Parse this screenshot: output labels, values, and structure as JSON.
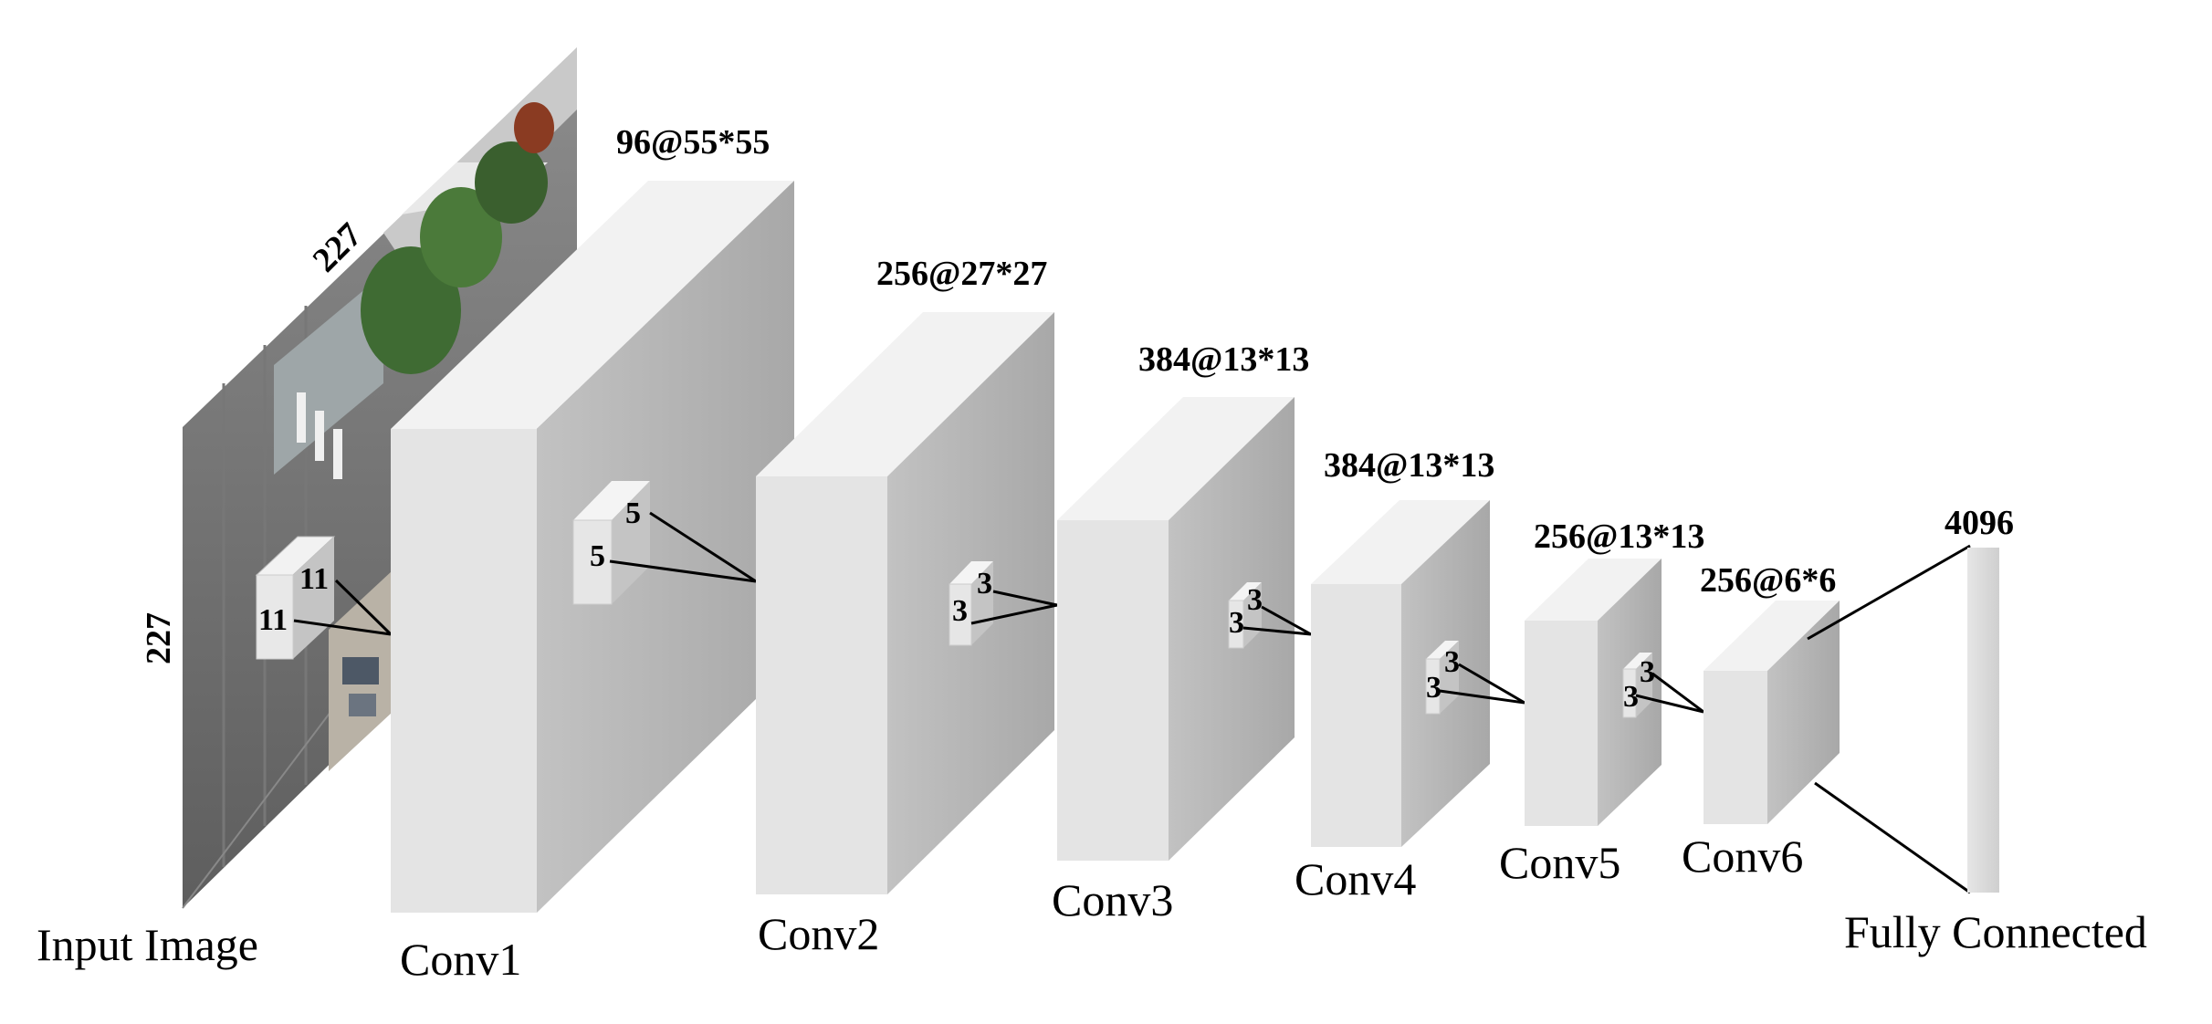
{
  "input": {
    "name": "Input Image",
    "width_label": "227",
    "height_label": "227",
    "kernel": [
      "11",
      "11"
    ]
  },
  "layers": [
    {
      "id": "conv1",
      "name": "Conv1",
      "dims": "96@55*55",
      "kernel": [
        "5",
        "5"
      ]
    },
    {
      "id": "conv2",
      "name": "Conv2",
      "dims": "256@27*27",
      "kernel": [
        "3",
        "3"
      ]
    },
    {
      "id": "conv3",
      "name": "Conv3",
      "dims": "384@13*13",
      "kernel": [
        "3",
        "3"
      ]
    },
    {
      "id": "conv4",
      "name": "Conv4",
      "dims": "384@13*13",
      "kernel": [
        "3",
        "3"
      ]
    },
    {
      "id": "conv5",
      "name": "Conv5",
      "dims": "256@13*13",
      "kernel": [
        "3",
        "3"
      ]
    },
    {
      "id": "conv6",
      "name": "Conv6",
      "dims": "256@6*6"
    }
  ],
  "fully_connected": {
    "name": "Fully Connected",
    "dims": "4096"
  },
  "colors": {
    "front": "#e4e4e4",
    "top": "#f2f2f2",
    "side": "#b4b4b4",
    "line": "#000000"
  }
}
